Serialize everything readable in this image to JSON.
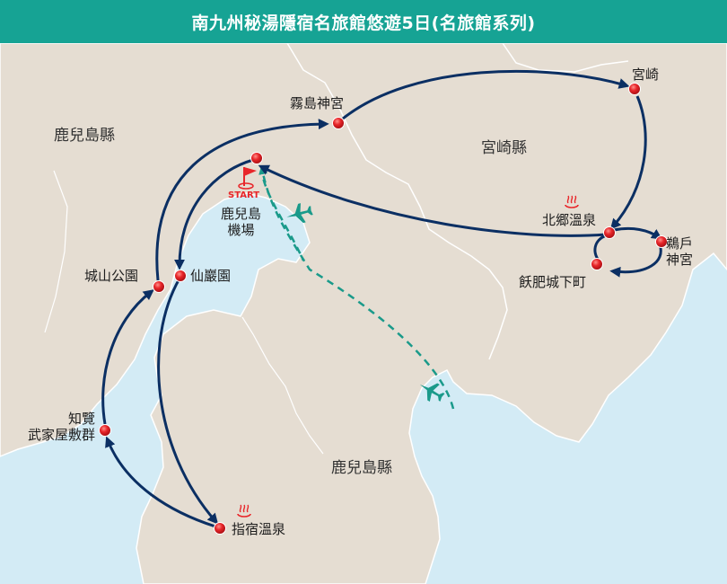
{
  "title": "南九州秘湯隱宿名旅館悠遊5日(名旅館系列)",
  "colors": {
    "header": "#16a394",
    "sea": "#d3ebf5",
    "land": "#e5ddd2",
    "border": "#ffffff",
    "route": "#0b2f63",
    "flight": "#1a9a8a",
    "stop": "#e8262a"
  },
  "prefectures": {
    "kagoshima_west": "鹿兒島縣",
    "miyazaki": "宮崎縣",
    "kagoshima_south": "鹿兒島縣"
  },
  "stops": {
    "kirishima": "霧島神宮",
    "miyazaki": "宮崎",
    "kitago": "北郷溫泉",
    "udo": [
      "鵜戶",
      "神宮"
    ],
    "obi": "飫肥城下町",
    "airport": [
      "鹿兒島",
      "機場"
    ],
    "senganen": "仙巖園",
    "shiroyama": "城山公園",
    "chiran": [
      "知覽",
      "武家屋敷群"
    ],
    "ibusuki": "指宿溫泉"
  },
  "start_label": "START",
  "icons": {
    "onsen": "hot-spring-icon",
    "start": "start-flag-icon",
    "plane": "airplane-icon",
    "stop": "stop-marker-icon"
  }
}
